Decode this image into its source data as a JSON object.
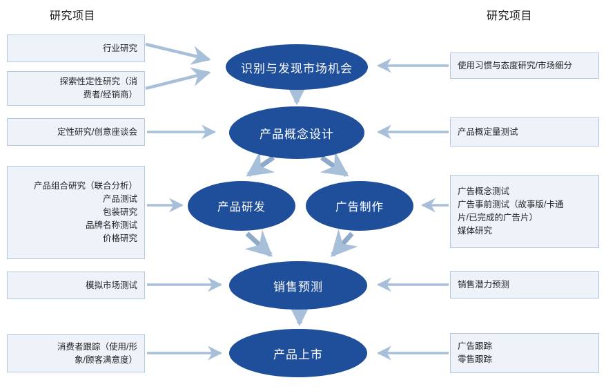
{
  "headers": {
    "left": "研究项目",
    "right": "研究项目"
  },
  "colors": {
    "node_fill": "#1f4e9b",
    "node_text": "#ffffff",
    "box_fill": "#eef3fa",
    "box_border": "#b4c7de",
    "arrow": "#a8bfd9",
    "arrow_dark": "#8fa9c9",
    "page_bg": "#ffffff"
  },
  "nodes": [
    {
      "id": "node-opportunity",
      "label": "识别与发现市场机会"
    },
    {
      "id": "node-concept",
      "label": "产品概念设计"
    },
    {
      "id": "node-rnd",
      "label": "产品研发"
    },
    {
      "id": "node-ad",
      "label": "广告制作"
    },
    {
      "id": "node-forecast",
      "label": "销售预测"
    },
    {
      "id": "node-launch",
      "label": "产品上市"
    }
  ],
  "left_boxes": [
    {
      "id": "left-box-industry",
      "lines": [
        "行业研究"
      ]
    },
    {
      "id": "left-box-exploratory",
      "lines": [
        "探索性定性研究（消",
        "费者/经销商）"
      ]
    },
    {
      "id": "left-box-qualitative",
      "lines": [
        "定性研究/创意座谈会"
      ]
    },
    {
      "id": "left-box-product-mix",
      "lines": [
        "产品组合研究（联合分析）",
        "产品测试",
        "包装研究",
        "品牌名称测试",
        "价格研究"
      ]
    },
    {
      "id": "left-box-sim-market",
      "lines": [
        "模拟市场测试"
      ]
    },
    {
      "id": "left-box-consumer-tracking",
      "lines": [
        "消费者跟踪（使用/形",
        "象/顾客满意度）"
      ]
    }
  ],
  "right_boxes": [
    {
      "id": "right-box-usage-attitude",
      "lines": [
        "使用习惯与态度研究/市场细分"
      ]
    },
    {
      "id": "right-box-concept-quant",
      "lines": [
        "产品概定量测试"
      ]
    },
    {
      "id": "right-box-ad-tests",
      "lines": [
        "广告概念测试",
        "广告事前测试（故事版/卡通",
        "片/已完成的广告片）",
        "媒体研究"
      ]
    },
    {
      "id": "right-box-sales-potential",
      "lines": [
        "销售潜力预测"
      ]
    },
    {
      "id": "right-box-tracking",
      "lines": [
        "广告跟踪",
        "零售跟踪"
      ]
    }
  ]
}
